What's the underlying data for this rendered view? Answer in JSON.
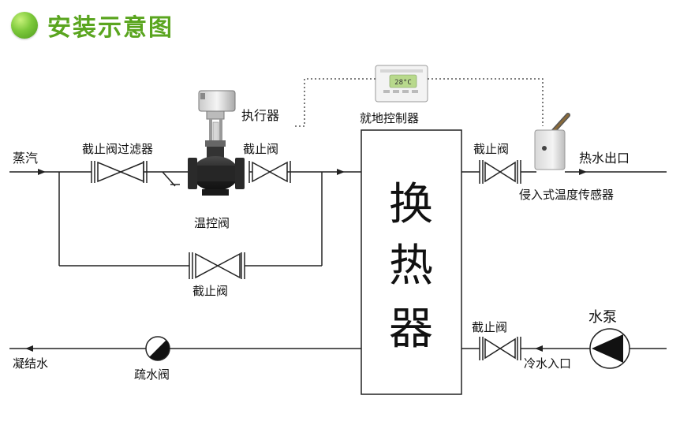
{
  "header": {
    "title": "安装示意图",
    "bullet_color": "#6ebd2d",
    "title_color": "#5aa51f"
  },
  "labels": {
    "steam": "蒸汽",
    "valve_strainer": "截止阀过滤器",
    "globe_valve_top": "截止阀",
    "actuator": "执行器",
    "temp_control_valve": "温控阀",
    "bypass_valve": "截止阀",
    "local_controller": "就地控制器",
    "outlet_valve": "截止阀",
    "hot_water_outlet": "热水出口",
    "immersion_sensor": "侵入式温度传感器",
    "heat_exchanger": [
      "换",
      "热",
      "器"
    ],
    "inlet_valve": "截止阀",
    "pump": "水泵",
    "cold_water_inlet": "冷水入口",
    "condensate": "凝结水",
    "drain_valve": "疏水阀"
  },
  "controller_display": "28°C"
}
